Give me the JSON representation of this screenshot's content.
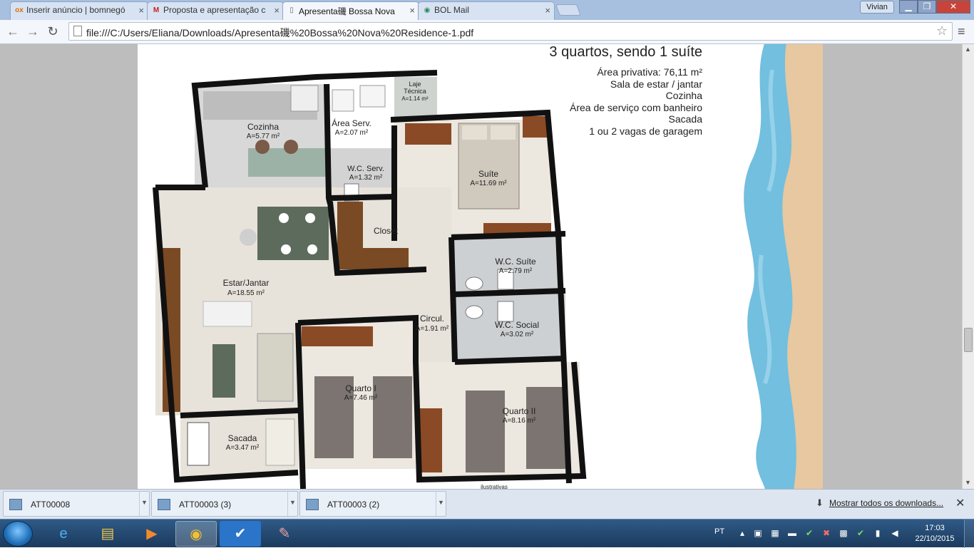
{
  "browser": {
    "tabs": [
      {
        "label": "Inserir anúncio | bomnegó",
        "icon": "olx-icon"
      },
      {
        "label": "Proposta e apresentação c",
        "icon": "gmail-icon"
      },
      {
        "label": "Apresenta磯 Bossa Nova",
        "icon": "document-icon"
      },
      {
        "label": "BOL Mail",
        "icon": "globe-icon"
      }
    ],
    "user_label": "Vivian",
    "url": "file:///C:/Users/Eliana/Downloads/Apresenta磯%20Bossa%20Nova%20Residence-1.pdf"
  },
  "pdf": {
    "title": "3 quartos, sendo 1 suíte",
    "features": [
      "Área privativa: 76,11 m²",
      "Sala de estar / jantar",
      "Cozinha",
      "Área de serviço com banheiro",
      "Sacada",
      "1 ou 2 vagas de garagem"
    ],
    "rooms": {
      "laje": {
        "name": "Laje\nTécnica",
        "area": "A=1.14 m²"
      },
      "cozinha": {
        "name": "Cozinha",
        "area": "A=5.77 m²"
      },
      "servico": {
        "name": "Área Serv.",
        "area": "A=2.07 m²"
      },
      "wc_serv": {
        "name": "W.C. Serv.",
        "area": "A=1.32 m²"
      },
      "suite": {
        "name": "Suíte",
        "area": "A=11.69 m²"
      },
      "closet": {
        "name": "Closet"
      },
      "wc_suite": {
        "name": "W.C. Suíte",
        "area": "A=2.79 m²"
      },
      "estar": {
        "name": "Estar/Jantar",
        "area": "A=18.55 m²"
      },
      "circul": {
        "name": "Circul.",
        "area": "A=1.91 m²"
      },
      "wc_social": {
        "name": "W.C. Social",
        "area": "A=3.02 m²"
      },
      "quarto1": {
        "name": "Quarto I",
        "area": "A=7.46 m²"
      },
      "quarto2": {
        "name": "Quarto II",
        "area": "A=8.16 m²"
      },
      "sacada": {
        "name": "Sacada",
        "area": "A=3.47 m²"
      }
    },
    "footnote": "ilustrativas"
  },
  "downloads": {
    "items": [
      {
        "label": "ATT00008"
      },
      {
        "label": "ATT00003 (3)"
      },
      {
        "label": "ATT00003 (2)"
      }
    ],
    "show_all": "Mostrar todos os downloads..."
  },
  "taskbar": {
    "language": "PT",
    "time": "17:03",
    "date": "22/10/2015"
  },
  "colors": {
    "titlebar": "#a7c0e0",
    "wall": "#111111",
    "floor": "#e8e3da",
    "wood": "#7a4a24",
    "ocean": "#59b4d9",
    "sand": "#e7c8a0"
  }
}
